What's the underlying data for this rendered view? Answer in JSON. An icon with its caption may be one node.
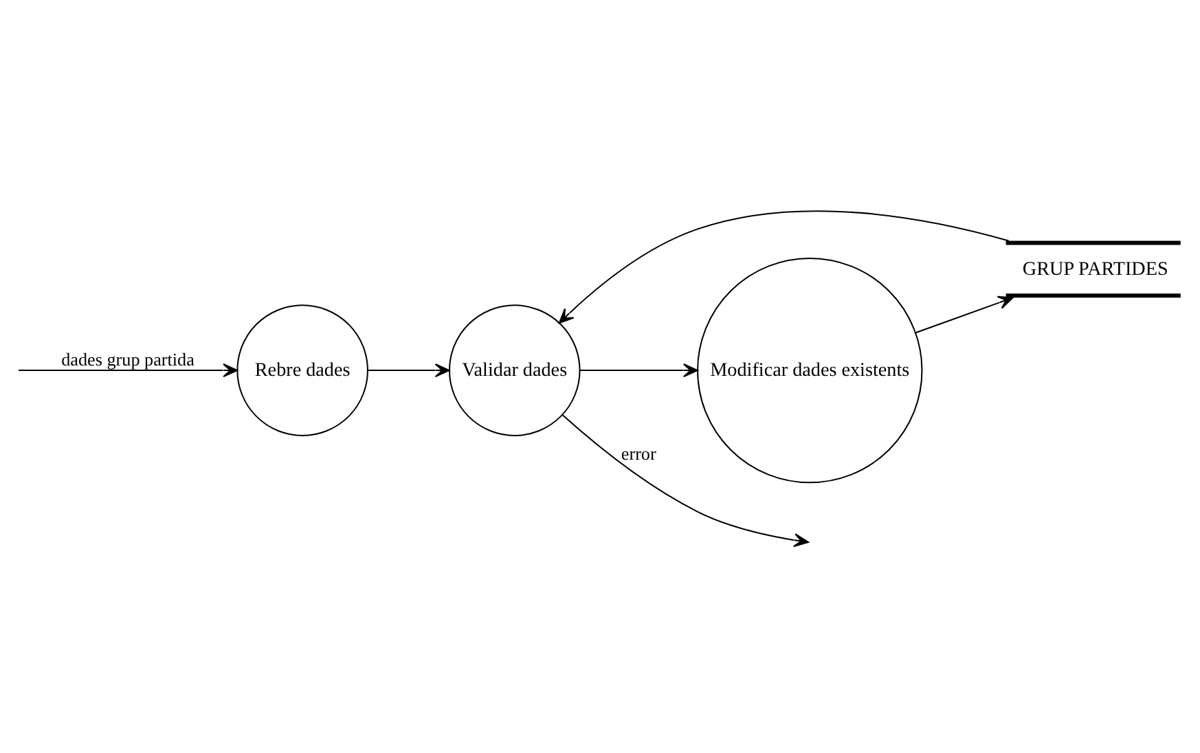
{
  "diagram": {
    "nodes": [
      {
        "text": [
          "Rebre dades"
        ]
      },
      {
        "text": [
          "GRUP PARTIDES"
        ]
      },
      {
        "text": [
          "Validar dades"
        ]
      },
      {
        "text": [
          "Modificar dades existents"
        ]
      }
    ],
    "edges": [
      {
        "from": null,
        "to": 0,
        "arrow": "to",
        "label": "dades grup partida"
      },
      {
        "from": 0,
        "to": 2,
        "arrow": "to"
      },
      {
        "from": 1,
        "to": 2,
        "arrow": "to"
      },
      {
        "from": 2,
        "to": null,
        "arrow": "to",
        "label": "error"
      },
      {
        "from": 2,
        "to": 3,
        "arrow": "to"
      },
      {
        "from": 3,
        "to": 1,
        "arrow": "to"
      }
    ]
  }
}
